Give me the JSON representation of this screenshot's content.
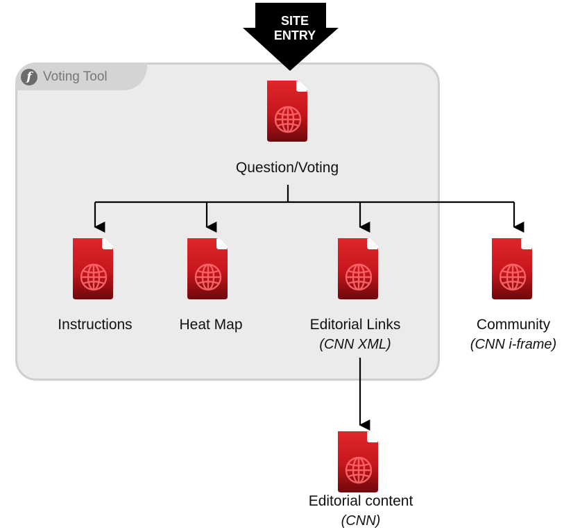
{
  "site_entry": {
    "line1": "SITE",
    "line2": "ENTRY"
  },
  "group": {
    "label": "Voting Tool",
    "icon": "flash-icon"
  },
  "nodes": {
    "question_voting": {
      "label": "Question/Voting"
    },
    "instructions": {
      "label": "Instructions"
    },
    "heat_map": {
      "label": "Heat Map"
    },
    "editorial_links": {
      "label": "Editorial Links",
      "sub": "(CNN XML)"
    },
    "community": {
      "label": "Community",
      "sub": "(CNN i-frame)"
    },
    "editorial_content": {
      "label": "Editorial content",
      "sub": "(CNN)"
    }
  },
  "colors": {
    "page_icon_red": "#c4161c",
    "page_icon_dark": "#7a0a0e",
    "group_fill": "#ebebeb",
    "group_border": "#cfcfcf",
    "arrow": "#000000"
  }
}
